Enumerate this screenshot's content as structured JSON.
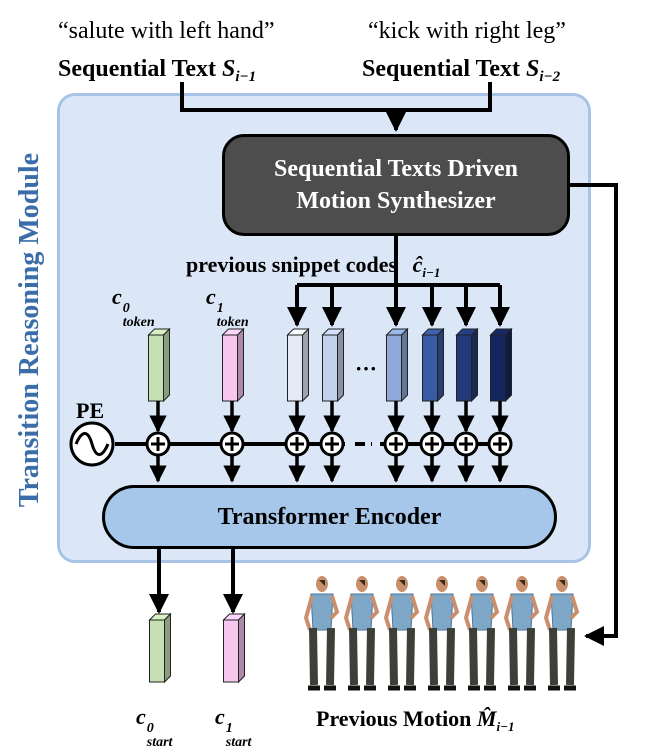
{
  "module_label": "Transition Reasoning Module",
  "text_left": {
    "quote": "“salute with left hand”",
    "label": "Sequential Text",
    "symbol": "S",
    "subscript": "i−1"
  },
  "text_right": {
    "quote": "“kick with right leg”",
    "label": "Sequential Text",
    "symbol": "S",
    "subscript": "i−2"
  },
  "synthesizer": {
    "line1": "Sequential Texts Driven",
    "line2": "Motion Synthesizer"
  },
  "snippet_codes": {
    "label": "previous snippet codes",
    "symbol": "ĉ",
    "subscript": "i−1"
  },
  "tokens": [
    {
      "symbol": "c",
      "sup": "0",
      "sub": "token",
      "color": "#c6e0b4"
    },
    {
      "symbol": "c",
      "sup": "1",
      "sub": "token",
      "color": "#f7c7f0"
    }
  ],
  "snippet_code_colors": [
    "#e4e9f5",
    "#c4d1ec",
    "#8fa9d9",
    "#3a5aa3",
    "#23397a",
    "#142660"
  ],
  "ellipsis": "···",
  "pe_label": "PE",
  "encoder_label": "Transformer Encoder",
  "outputs": [
    {
      "symbol": "c",
      "sup": "0",
      "sub": "start",
      "color": "#c6e0b4"
    },
    {
      "symbol": "c",
      "sup": "1",
      "sub": "start",
      "color": "#f7c7f0"
    }
  ],
  "motion": {
    "label": "Previous Motion",
    "symbol": "M̂",
    "subscript": "i−1",
    "figure_count": 7
  },
  "colors": {
    "module_bg": "#dbe7f7",
    "module_border": "#a9c3e6",
    "module_label": "#3b6ea8",
    "synth_bg": "#4d4d4d",
    "encoder_bg": "#a6c6ea"
  }
}
